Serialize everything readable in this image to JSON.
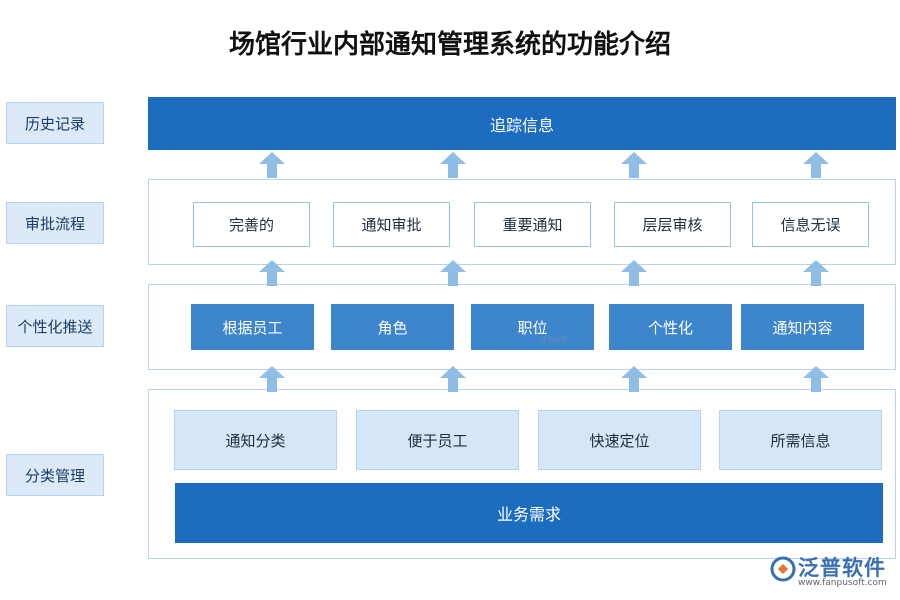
{
  "title": "场馆行业内部通知管理系统的功能介绍",
  "side_labels": [
    "历史记录",
    "审批流程",
    "个性化推送",
    "分类管理"
  ],
  "top_banner": "追踪信息",
  "approval_items": [
    "完善的",
    "通知审批",
    "重要通知",
    "层层审核",
    "信息无误"
  ],
  "push_items": [
    "根据员工",
    "角色",
    "职位",
    "个性化",
    "通知内容"
  ],
  "category_items": [
    "通知分类",
    "便于员工",
    "快速定位",
    "所需信息"
  ],
  "bottom_banner": "业务需求",
  "watermark": "泛普软件",
  "logo": {
    "name": "泛普软件",
    "url": "www.fanpusoft.com"
  },
  "colors": {
    "primary": "#1c6cc0",
    "mid": "#3d85cc",
    "light": "#d4e6f8",
    "arrow": "#8fbde6"
  }
}
